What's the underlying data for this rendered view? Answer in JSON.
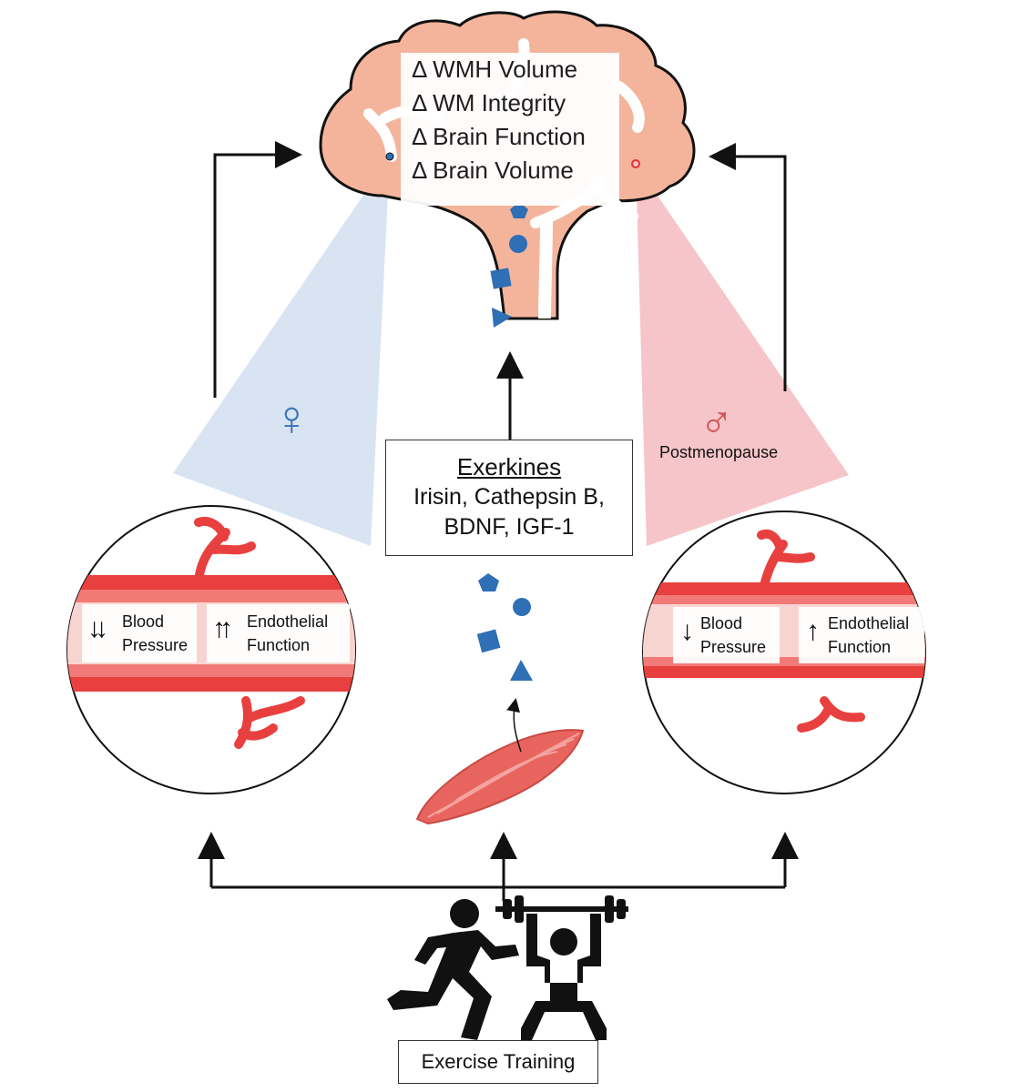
{
  "brain": {
    "outcomes": [
      "Δ WMH Volume",
      "Δ WM Integrity",
      "Δ Brain Function",
      "Δ Brain Volume"
    ]
  },
  "exerkines": {
    "title": "Exerkines",
    "line1": "Irisin, Cathepsin B,",
    "line2": "BDNF, IGF-1"
  },
  "female": {
    "symbol": "♀",
    "bp_arrows": "↓↓",
    "bp_label_1": "Blood",
    "bp_label_2": "Pressure",
    "endo_arrows": "↑↑",
    "endo_label_1": "Endothelial",
    "endo_label_2": "Function"
  },
  "male": {
    "symbol": "♂",
    "note": "Postmenopause",
    "bp_arrows": "↓",
    "bp_label_1": "Blood",
    "bp_label_2": "Pressure",
    "endo_arrows": "↑",
    "endo_label_1": "Endothelial",
    "endo_label_2": "Function"
  },
  "exercise": {
    "label": "Exercise Training"
  },
  "colors": {
    "brain_fill": "#f4b49c",
    "vessel_red": "#e8403e",
    "vessel_light": "#f27a76",
    "exerkine_blue": "#2f6fb5",
    "female_blue": "#d9e4f3",
    "male_pink": "#f6c5c9",
    "female_symbol": "#3d72b8",
    "male_symbol": "#d25252"
  },
  "icons": [
    "brain-icon",
    "runner-icon",
    "weightlifter-icon",
    "muscle-icon",
    "blood-vessel-icon",
    "pentagon-icon",
    "circle-icon",
    "square-icon",
    "triangle-icon"
  ]
}
